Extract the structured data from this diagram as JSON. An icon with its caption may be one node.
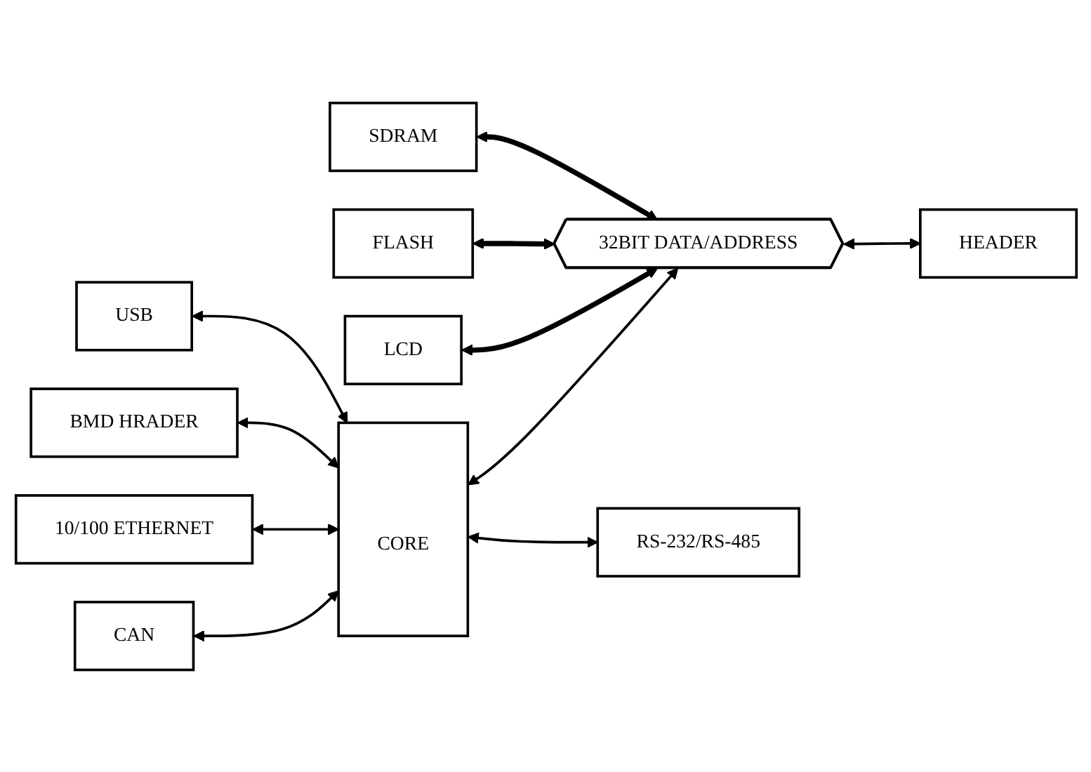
{
  "diagram": {
    "nodes": [
      {
        "text": [
          "USB"
        ]
      },
      {
        "text": [
          "BMD HRADER"
        ]
      },
      {
        "text": [
          "SDRAM"
        ]
      },
      {
        "text": [
          "FLASH"
        ]
      },
      {
        "text": [
          "10/100 ETHERNET"
        ]
      },
      {
        "text": [
          "CORE"
        ]
      },
      {
        "text": [
          "32BIT DATA/ADDRESS"
        ]
      },
      {
        "text": [
          "HEADER"
        ]
      },
      {
        "text": [
          "LCD"
        ]
      },
      {
        "text": [
          "CAN"
        ]
      },
      {
        "text": [
          "RS-232/RS-485"
        ]
      }
    ],
    "edges": [
      {
        "from": 0,
        "to": 5,
        "arrow": "both"
      },
      {
        "from": 1,
        "to": 5,
        "arrow": "both"
      },
      {
        "from": 2,
        "to": 6,
        "arrow": "both",
        "style": "thick"
      },
      {
        "from": 3,
        "to": 6,
        "arrow": "both",
        "style": "thick"
      },
      {
        "from": 4,
        "to": 5,
        "arrow": "both"
      },
      {
        "from": 8,
        "to": 6,
        "arrow": "both",
        "style": "thick"
      },
      {
        "from": 9,
        "to": 5,
        "arrow": "both"
      },
      {
        "from": 5,
        "to": 10,
        "arrow": "both"
      },
      {
        "from": 5,
        "to": 6,
        "arrow": "both"
      },
      {
        "from": 6,
        "to": 7,
        "arrow": "both"
      }
    ]
  }
}
